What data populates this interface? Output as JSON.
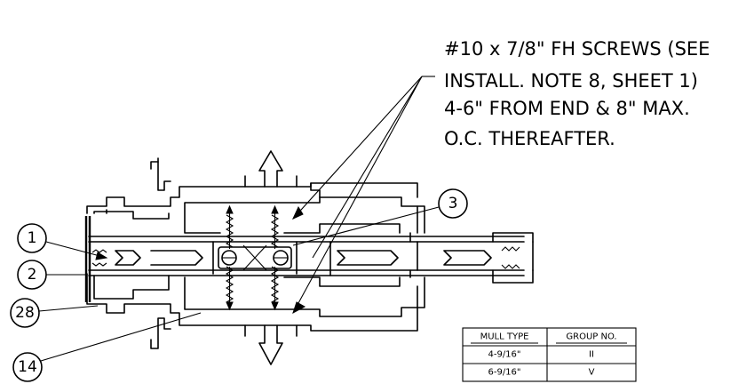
{
  "note": {
    "lines": [
      "#10 x 7/8\" FH SCREWS (SEE",
      "INSTALL. NOTE 8, SHEET 1)",
      "4-6\" FROM END & 8\" MAX.",
      "O.C. THEREAFTER."
    ]
  },
  "balloons": [
    "1",
    "2",
    "28",
    "14",
    "3"
  ],
  "mull_table": {
    "headers": [
      "MULL TYPE",
      "GROUP NO."
    ],
    "rows": [
      [
        "4-9/16\"",
        "II"
      ],
      [
        "6-9/16\"",
        "V"
      ]
    ]
  }
}
